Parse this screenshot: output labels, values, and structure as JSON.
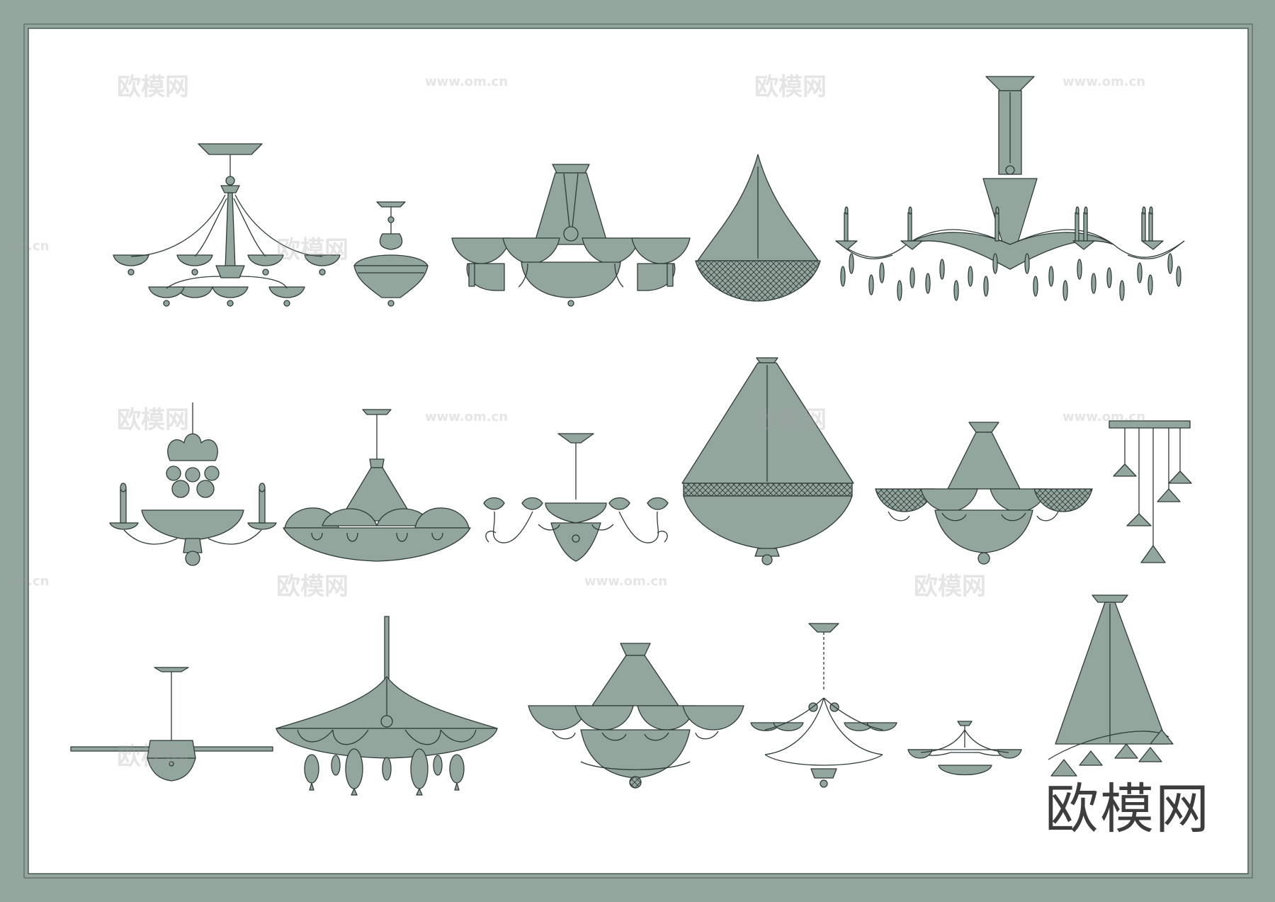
{
  "watermark": {
    "brand_cn": "欧模网",
    "site": "www.om.cn",
    "site_short": "om.cn"
  },
  "colors": {
    "fill": "#93a69e",
    "stroke": "#2e3a36",
    "paper": "#ffffff",
    "border": "#93a69e"
  },
  "drawing_subject": "chandelier elevation library",
  "item_count": 17
}
